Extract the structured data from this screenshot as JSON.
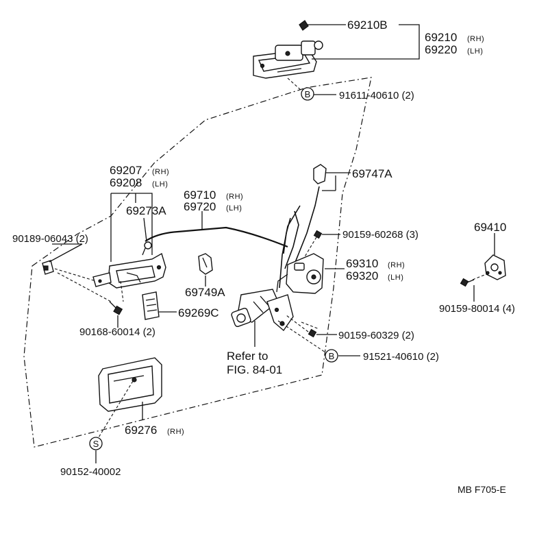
{
  "labels": {
    "p69210B": "69210B",
    "p69210": "69210",
    "p69220": "69220",
    "p91611": "91611-40610 (2)",
    "p69207": "69207",
    "p69208": "69208",
    "p69273A": "69273A",
    "p69710": "69710",
    "p69720": "69720",
    "p69747A": "69747A",
    "p90189": "90189-06043 (2)",
    "p90159_268": "90159-60268 (3)",
    "p69410": "69410",
    "p69310": "69310",
    "p69320": "69320",
    "p69749A": "69749A",
    "p90159_800": "90159-80014 (4)",
    "p90168": "90168-60014 (2)",
    "p69269C": "69269C",
    "p90159_329": "90159-60329 (2)",
    "p91521": "91521-40610 (2)",
    "p69276": "69276",
    "p90152": "90152-40002"
  },
  "side_tags": {
    "rh": "(RH)",
    "lh": "(LH)"
  },
  "symbols": {
    "b": "B",
    "s": "S"
  },
  "note": {
    "line1": "Refer to",
    "line2": "FIG. 84-01"
  },
  "footer": {
    "code": "MB  F705-E"
  }
}
